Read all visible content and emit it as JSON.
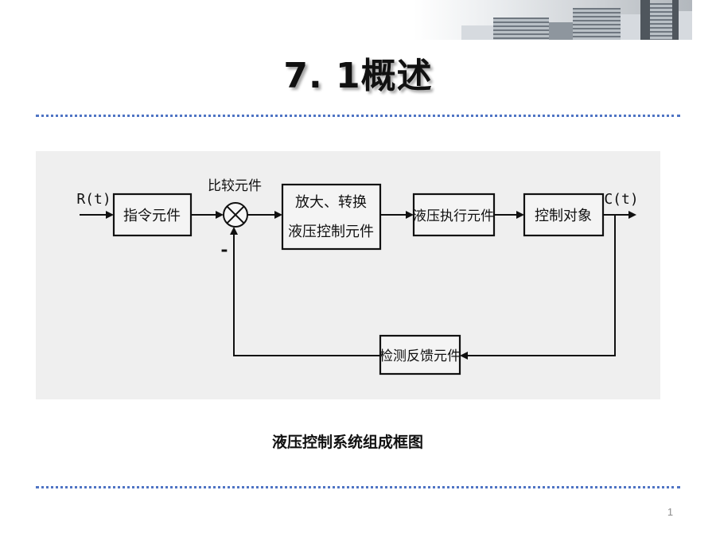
{
  "slide": {
    "title": "7. 1概述",
    "caption": "液压控制系统组成框图",
    "page_number": "1"
  },
  "diagram": {
    "input_label": "R(t)",
    "output_label": "C(t)",
    "comparator_label": "比较元件",
    "feedback_sign": "-",
    "blocks": {
      "command": "指令元件",
      "amplifier_line1": "放大、转换",
      "amplifier_line2": "液压控制元件",
      "actuator": "液压执行元件",
      "plant": "控制对象",
      "feedback": "检测反馈元件"
    }
  },
  "colors": {
    "divider": "#4f74c4",
    "diagram_background": "#efefef"
  }
}
